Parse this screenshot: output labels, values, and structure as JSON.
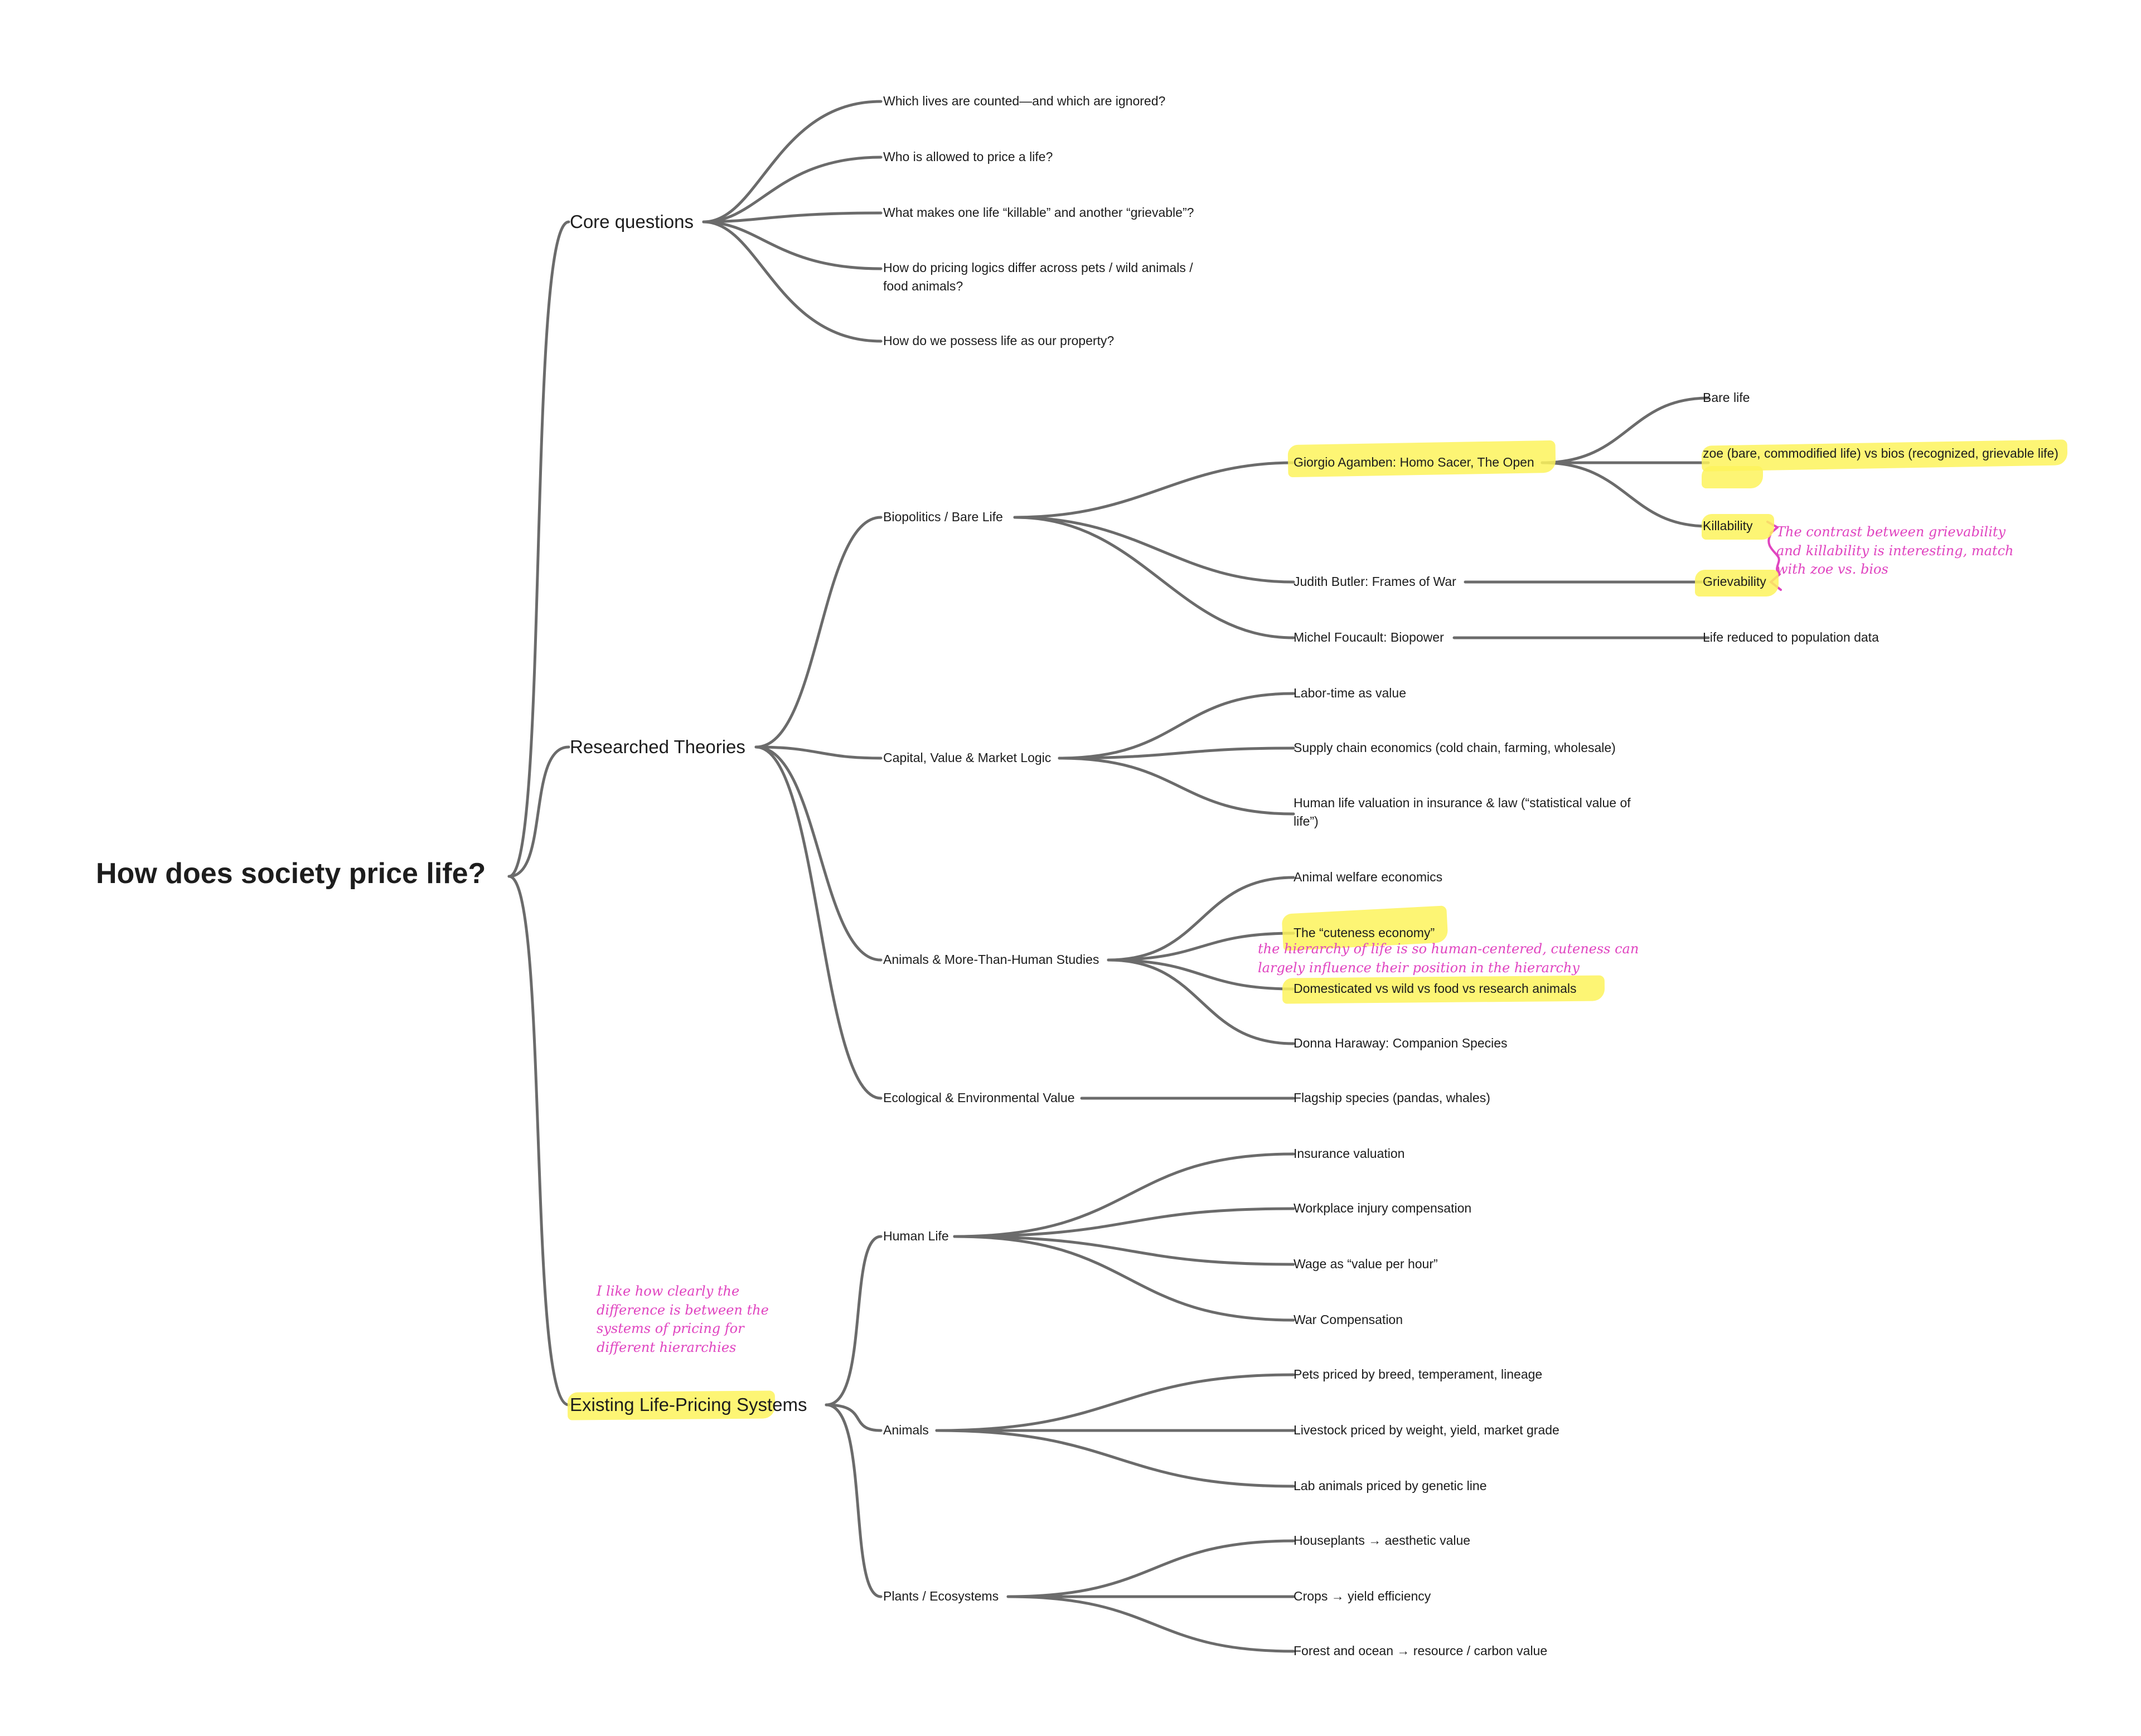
{
  "colors": {
    "edge": "#6b6b6b",
    "highlight": "#fdf35c",
    "annotation": "#e044c0"
  },
  "root": {
    "label": "How does society price life?"
  },
  "core": {
    "label": "Core questions",
    "items": [
      "Which lives are counted—and which are ignored?",
      "Who is allowed to price a life?",
      "What makes one life “killable” and another “grievable”?",
      "How do pricing logics differ across pets / wild animals / food animals?",
      "How do we possess life as our property?"
    ]
  },
  "theories": {
    "label": "Researched Theories",
    "biopolitics": {
      "label": "Biopolitics / Bare Life",
      "agamben": "Giorgio Agamben: Homo Sacer, The Open",
      "agamben_children": [
        "Bare life",
        "zoe (bare, commodified life) vs bios (recognized, grievable life)",
        "Killability"
      ],
      "butler": "Judith Butler: Frames of War",
      "butler_child": "Grievability",
      "foucault": "Michel Foucault: Biopower",
      "foucault_child": "Life reduced to population data"
    },
    "capital": {
      "label": "Capital, Value & Market Logic",
      "items": [
        "Labor-time as value",
        "Supply chain economics (cold chain, farming, wholesale)",
        "Human life valuation in insurance & law (“statistical value of life”)"
      ]
    },
    "animals": {
      "label": "Animals & More-Than-Human Studies",
      "items": [
        "Animal welfare economics",
        "The “cuteness economy”",
        "Domesticated vs wild vs food vs research animals",
        "Donna Haraway: Companion Species"
      ]
    },
    "eco": {
      "label": "Ecological & Environmental Value",
      "items": [
        "Flagship species (pandas, whales)"
      ]
    }
  },
  "systems": {
    "label": "Existing Life-Pricing Systems",
    "human": {
      "label": "Human Life",
      "items": [
        "Insurance valuation",
        "Workplace injury compensation",
        "Wage as “value per hour”",
        "War Compensation"
      ]
    },
    "animals": {
      "label": "Animals",
      "items": [
        "Pets priced by breed, temperament, lineage",
        "Livestock priced by weight, yield, market grade",
        "Lab animals priced by genetic line"
      ]
    },
    "plants": {
      "label": "Plants / Ecosystems",
      "items": [
        "Houseplants → aesthetic value",
        "Crops → yield efficiency",
        "Forest and ocean → resource / carbon value"
      ]
    }
  },
  "notes": {
    "grievability": "The contrast between grievability and killability is interesting, match with zoe vs. bios",
    "cuteness": "the hierarchy of life is so human-centered, cuteness can largely influence their position in the hierarchy",
    "systems": "I like how clearly the difference is between the systems of pricing for different hierarchies"
  }
}
